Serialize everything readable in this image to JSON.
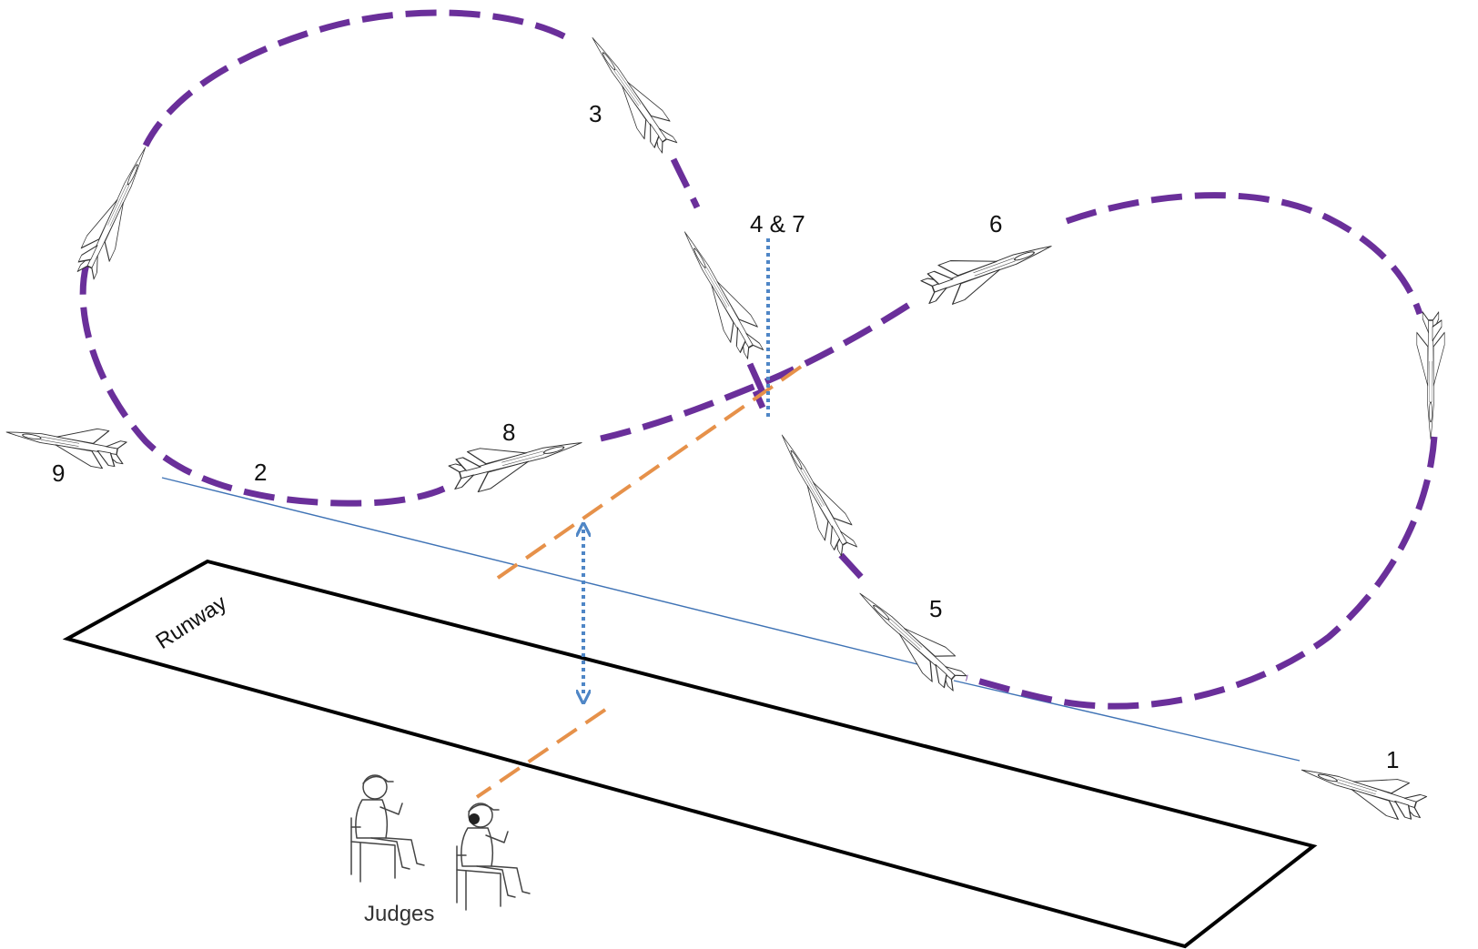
{
  "labels": {
    "pos1": "1",
    "pos2": "2",
    "pos3": "3",
    "pos4_7": "4 & 7",
    "pos5": "5",
    "pos6": "6",
    "pos8": "8",
    "pos9": "9",
    "runway": "Runway",
    "judges": "Judges"
  },
  "colors": {
    "flight_path": "#6a2f9a",
    "ground_track": "#3f73b5",
    "sight_line": "#e6914a",
    "vertical_marker": "#4f86c6",
    "runway_outline": "#000000"
  },
  "icons": {
    "aircraft": "fighter-jet-icon",
    "judge": "seated-judge-icon",
    "double_arrow": "double-arrow-icon"
  }
}
